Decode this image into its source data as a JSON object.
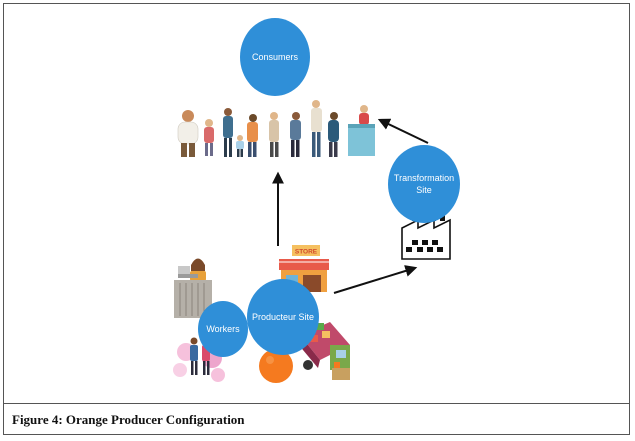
{
  "figure": {
    "caption": "Figure 4: Orange Producer Configuration"
  },
  "nodes": {
    "consumers": "Consumers",
    "transformation_line1": "Transformation",
    "transformation_line2": "Site",
    "producer": "Producteur Site",
    "workers": "Workers"
  },
  "store_sign": "STORE",
  "colors": {
    "node_fill": "#2f8fd8",
    "arrow": "#111111",
    "orange": "#f57a1f"
  }
}
